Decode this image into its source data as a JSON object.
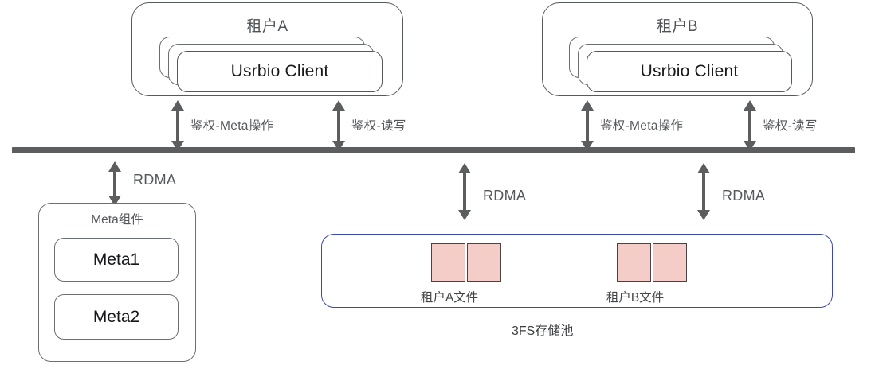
{
  "diagram": {
    "title_hidden": "",
    "tenants": [
      {
        "name": "tenant-a",
        "label": "租户A",
        "client_label": "Usrbio Client",
        "client_stack_count": 3,
        "links": [
          {
            "label": "鉴权-Meta操作"
          },
          {
            "label": "鉴权-读写"
          }
        ]
      },
      {
        "name": "tenant-b",
        "label": "租户B",
        "client_label": "Usrbio Client",
        "client_stack_count": 3,
        "links": [
          {
            "label": "鉴权-Meta操作"
          },
          {
            "label": "鉴权-读写"
          }
        ]
      }
    ],
    "backbone": {
      "name": "network-backbone",
      "color": "#5b5d5f"
    },
    "rdma_links": [
      {
        "label": "RDMA",
        "target": "meta"
      },
      {
        "label": "RDMA",
        "target": "pool-left"
      },
      {
        "label": "RDMA",
        "target": "pool-right"
      }
    ],
    "meta_component": {
      "title": "Meta组件",
      "items": [
        {
          "label": "Meta1"
        },
        {
          "label": "Meta2"
        }
      ]
    },
    "storage_pool": {
      "caption": "3FS存储池",
      "border_color": "#3b4aa8",
      "file_groups": [
        {
          "caption": "租户A文件",
          "block_count": 2,
          "block_color": "#f4cdc8"
        },
        {
          "caption": "租户B文件",
          "block_count": 2,
          "block_color": "#f4cdc8"
        }
      ]
    }
  }
}
